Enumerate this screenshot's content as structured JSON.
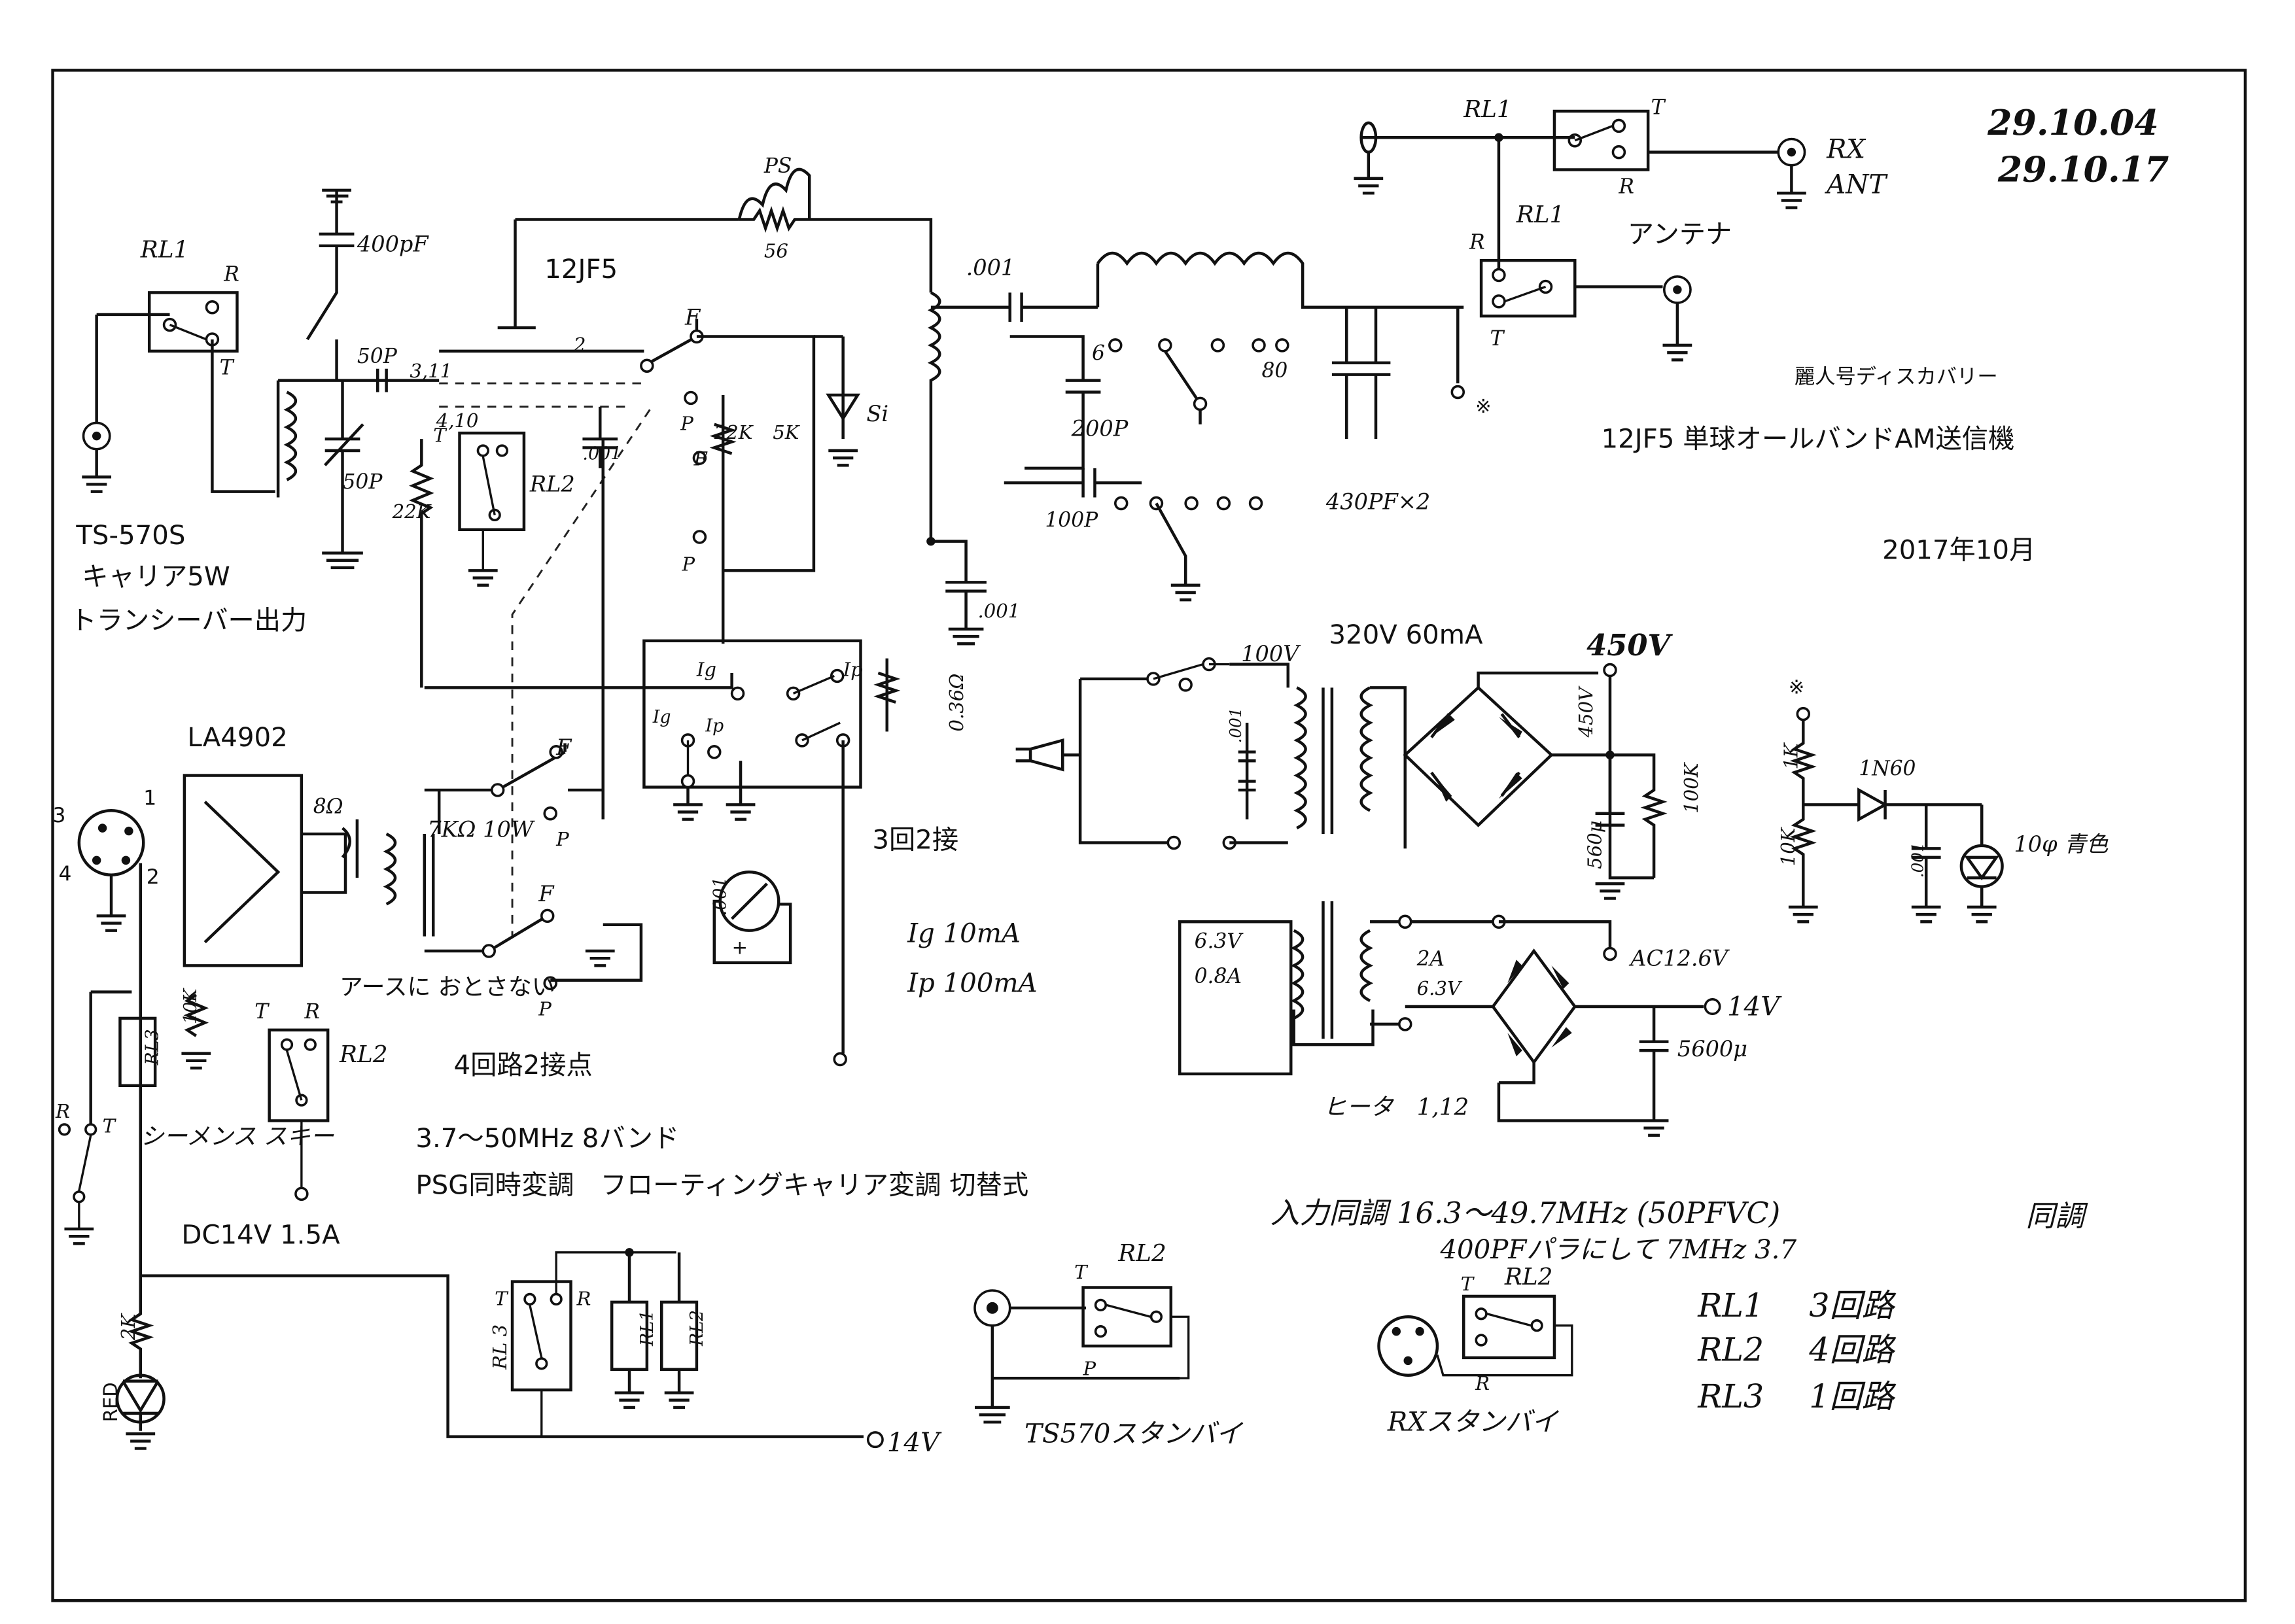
{
  "dates": [
    "29.10.04",
    "29.10.17"
  ],
  "title_callsign": "麗人号ディスカバリー",
  "title_main": "12JF5 単球オールバンドAM送信機",
  "title_date": "2017年10月",
  "input_block": {
    "line1": "TS-570S",
    "line2": "キャリア5W",
    "line3": "トランシーバー出力"
  },
  "tube_label": "12JF5",
  "amp_label": "LA4902",
  "features": {
    "bands": "3.7〜50MHz 8バンド",
    "modes": "PSG同時変調　フローティングキャリア変調 切替式",
    "dc": "DC14V 1.5A"
  },
  "relay_notes": [
    "4回路2接点",
    "3回2接"
  ],
  "ground_note": "アースに おとさない",
  "meter_notes": [
    "Ig 10mA",
    "Ip 100mA"
  ],
  "tuning_note": {
    "line1": "入力同調 16.3〜49.7MHz (50PFVC)",
    "line2": "400PFパラにして 7MHz 3.7",
    "suffix": "同調"
  },
  "relay_table": [
    {
      "name": "RL1",
      "circuits": "3回路"
    },
    {
      "name": "RL2",
      "circuits": "4回路"
    },
    {
      "name": "RL3",
      "circuits": "1回路"
    }
  ],
  "standby": {
    "ts570": "TS570スタンバイ",
    "rx": "RXスタンバイ"
  },
  "antenna": {
    "rx1": "RX",
    "rx2": "ANT",
    "ant": "アンテナ"
  },
  "power": {
    "transformer": "320V 60mA",
    "b_plus": "450V",
    "b_rect": "450V",
    "primary": "100V",
    "heater_label": "ヒータ",
    "heater_vals": "1,12",
    "ac": "AC12.6V",
    "dc_out": "14V",
    "sec2a": "2A",
    "sec63": "6.3V",
    "pri63": "6.3V",
    "pri08": "0.8A",
    "cap5600": "5600μ",
    "cap560": "560μ",
    "r100k": "100K"
  },
  "components": {
    "c400p": "400pF",
    "c50p_top": "50P",
    "c50p_vc": "50P",
    "r22k": "22K",
    "ps": "PS",
    "r56": "56",
    "c001": ".001",
    "c200p": "200P",
    "c100p": "100P",
    "c430": "430PF×2",
    "band6": "6",
    "band80": "80",
    "si": "Si",
    "r5k": "5K",
    "r22k2": "22K",
    "cup001": ".001",
    "r036": "0.36Ω",
    "c001b": ".001",
    "speaker": "8Ω",
    "trans": "7KΩ 10W",
    "vol": "10K",
    "r1k": "1K",
    "r10k": "10K",
    "diode": "1N60",
    "led_blue": "10φ 青色",
    "led_red": "RED",
    "r2k": "2K",
    "c_sm": ".001",
    "pin1": "1",
    "pin2": "2",
    "pin3": "3",
    "pin4": "4",
    "pinA": "2",
    "pinB": "3,11",
    "pinC": "4,10",
    "keying": "シーメンス スキー",
    "v14": "14V",
    "mark": "※"
  },
  "relay_labels": {
    "rl1": "RL1",
    "rl2": "RL2",
    "rl3": "RL3",
    "rl1_top": "RL1",
    "rl1_mid": "RL1",
    "rl2_std": "RL2",
    "rl2_rx": "RL2",
    "rl3_box": "RL 3"
  },
  "contacts": {
    "R": "R",
    "T": "T",
    "F": "F",
    "P": "P",
    "Ig": "Ig",
    "Ip": "Ip"
  }
}
